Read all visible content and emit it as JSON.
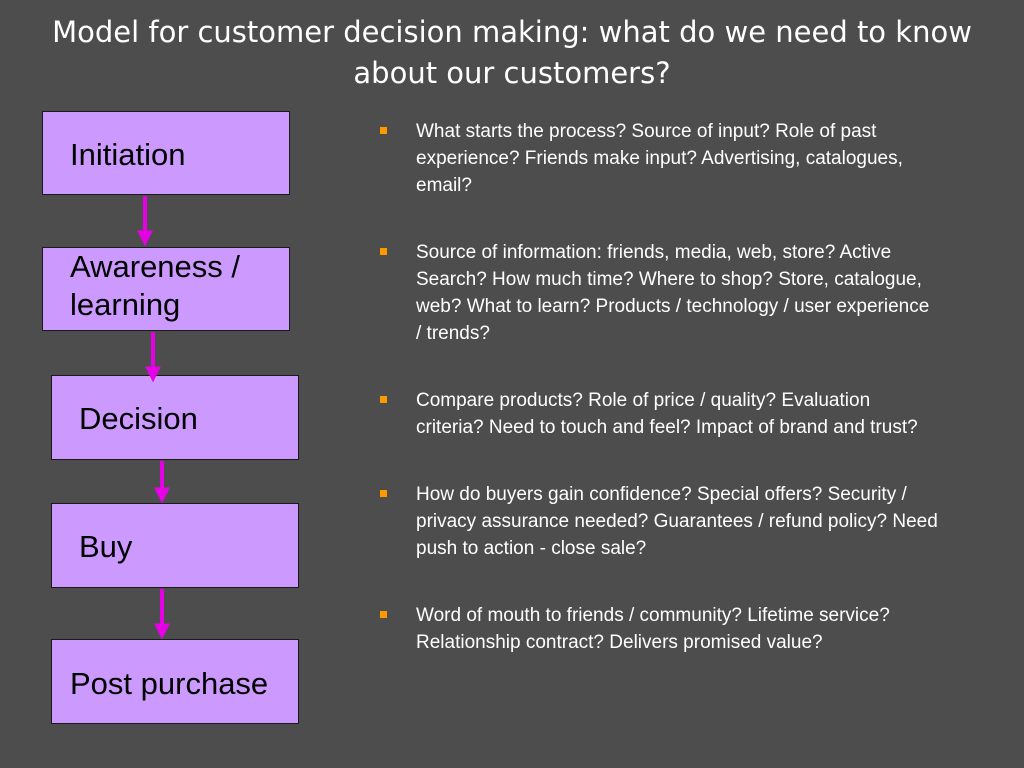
{
  "title": "Model for customer decision making: what do we need to know about our customers?",
  "colors": {
    "background": "#4d4d4d",
    "box_fill": "#cc99ff",
    "arrow": "#e600e6",
    "bullet": "#ff9900"
  },
  "flow": {
    "steps": [
      "Initiation",
      "Awareness / learning",
      "Decision",
      "Buy",
      "Post purchase"
    ]
  },
  "bullets": [
    "What starts the process? Source of input? Role of past experience? Friends make input? Advertising, catalogues, email?",
    "Source of information: friends, media, web, store? Active Search? How much time? Where to shop? Store, catalogue, web? What to learn? Products / technology / user experience / trends?",
    "Compare products? Role of price / quality? Evaluation criteria? Need to touch and feel? Impact of brand and trust?",
    "How do buyers gain confidence? Special offers? Security / privacy assurance needed? Guarantees / refund policy? Need push to action - close sale?",
    "Word of mouth to friends / community? Lifetime service? Relationship contract? Delivers promised value?"
  ]
}
